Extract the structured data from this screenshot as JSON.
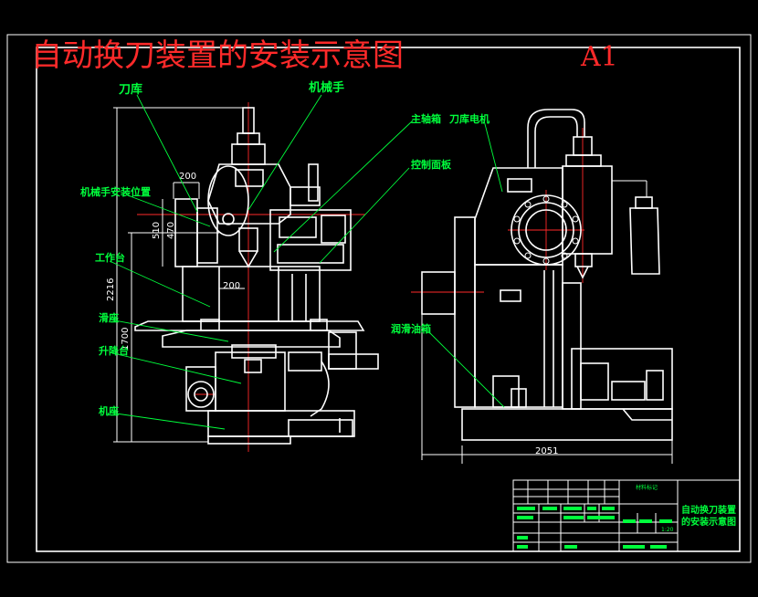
{
  "title": "自动换刀装置的安装示意图",
  "sheet_size": "A1",
  "front_view": {
    "labels": {
      "tool_magazine": "刀库",
      "manipulator": "机械手",
      "manipulator_position": "机械手安装位置",
      "worktable": "工作台",
      "saddle": "滑座",
      "knee": "升降台",
      "base": "机座"
    },
    "dimensions": {
      "d200_top": "200",
      "d470": "470",
      "d510": "510",
      "d200_mid": "200",
      "d2216": "2216",
      "d1700": "1700"
    }
  },
  "side_view": {
    "labels": {
      "spindle_box": "主轴箱",
      "magazine_motor": "刀库电机",
      "control_panel": "控制面板",
      "lubrication": "润滑油箱"
    },
    "dimensions": {
      "d2051": "2051"
    }
  },
  "title_block": {
    "drawing_name_line1": "自动换刀装置",
    "drawing_name_line2": "的安装示意图",
    "material": "材料标记",
    "scale": "1:20"
  }
}
